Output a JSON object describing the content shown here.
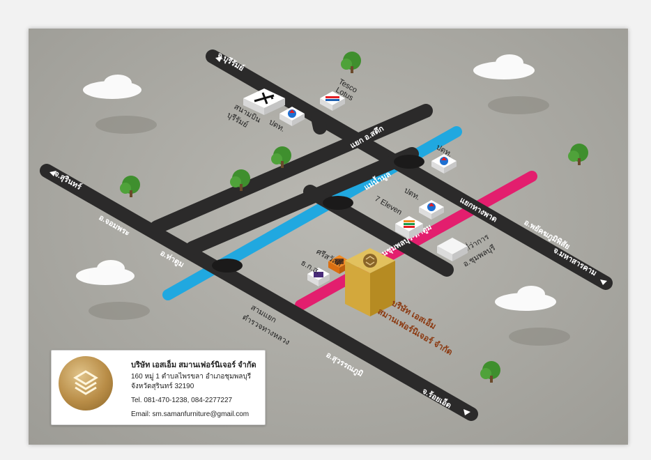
{
  "roads": {
    "buriram": "จ.บุรีรัมย์",
    "surin": "จ.สุรินทร์",
    "chom_phra": "อ.จอมพระ",
    "tha_tum": "อ.ท่าตูม",
    "satuek_junction": "แยก อ.สตึก",
    "mun_river": "แม่น้ำมูล",
    "chumphon_buri_road": "ถนนชุมพลบุรี-ท่าตูม",
    "tha_phang_junction": "แยกทางพาด",
    "phayakkhaphum_phisai": "อ.พยัคฆภูมิพิสัย",
    "maha_sarakham": "จ.มหาสารคาม",
    "sam_yaek_1": "สามแยก",
    "sam_yaek_2": "ตำรวจทางหลวง",
    "suwannaphum": "อ.สุวรรณภูมิ",
    "roi_et": "จ.ร้อยเอ็ด",
    "district_office_1": "ที่ว่าการ",
    "district_office_2": "อ.ชุมพลบุรี"
  },
  "landmarks": {
    "airport_1": "สนามบิน",
    "airport_2": "บุรีรัมย์",
    "ptt_1": "ปตท.",
    "ptt_2": "ปตท.",
    "ptt_3": "ปตท.",
    "tesco_1": "Tesco",
    "tesco_2": "Lotus",
    "seven_eleven": "7 Eleven",
    "baac_1": "ธ.ก.ส.",
    "baac_2": "ศรีสวัสดิ์",
    "company_map_1": "บริษัท เอสเอ็ม",
    "company_map_2": "สมานเฟอร์นิเจอร์ จำกัด"
  },
  "info": {
    "company": "บริษัท เอสเอ็ม สมานเฟอร์นิเจอร์ จำกัด",
    "address_1": "160 หมู่ 1 ตำบลไพรขลา อำเภอชุมพลบุรี",
    "address_2": "จังหวัดสุรินทร์ 32190",
    "tel": "Tel. 081-470-1238, 084-2277227",
    "email": "Email: sm.samanfurniture@gmail.com"
  },
  "colors": {
    "road": "#2b2a2a",
    "river": "#20a8e0",
    "highway": "#e31e6e",
    "building": "#c9a23a",
    "background": "#aeada7"
  }
}
